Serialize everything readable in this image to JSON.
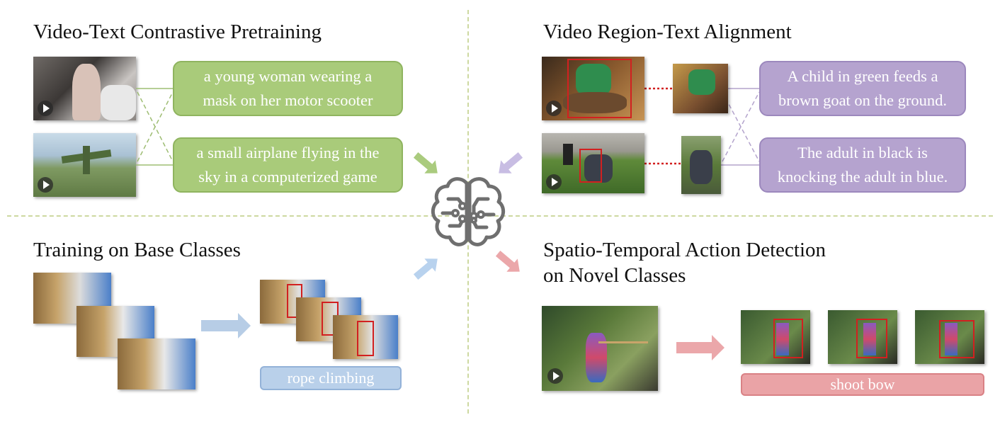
{
  "sections": {
    "vtcp": {
      "title": "Video-Text Contrastive Pretraining"
    },
    "vrta": {
      "title": "Video Region-Text Alignment"
    },
    "base": {
      "title": "Training on Base Classes"
    },
    "stad": {
      "title_line1": "Spatio-Temporal Action Detection",
      "title_line2": "on Novel Classes"
    }
  },
  "captions": {
    "vtcp_1_line1": "a young woman wearing a",
    "vtcp_1_line2": "mask on her motor scooter",
    "vtcp_2_line1": "a small airplane flying in the",
    "vtcp_2_line2": "sky in a computerized game",
    "vrta_1_line1": "A child in green feeds a",
    "vrta_1_line2": "brown goat on the ground.",
    "vrta_2_line1": "The adult in black is",
    "vrta_2_line2": "knocking the adult in blue."
  },
  "labels": {
    "base_label": "rope climbing",
    "novel_label": "shoot bow"
  },
  "colors": {
    "green": "#a9cb7a",
    "purple": "#b5a3cf",
    "blue": "#b9d0ea",
    "pink": "#eaa3a6",
    "red_box": "#d22020",
    "divider": "#cdd9a0"
  },
  "icons": [
    "brain-circuit-icon",
    "play-icon",
    "arrow-icon"
  ]
}
